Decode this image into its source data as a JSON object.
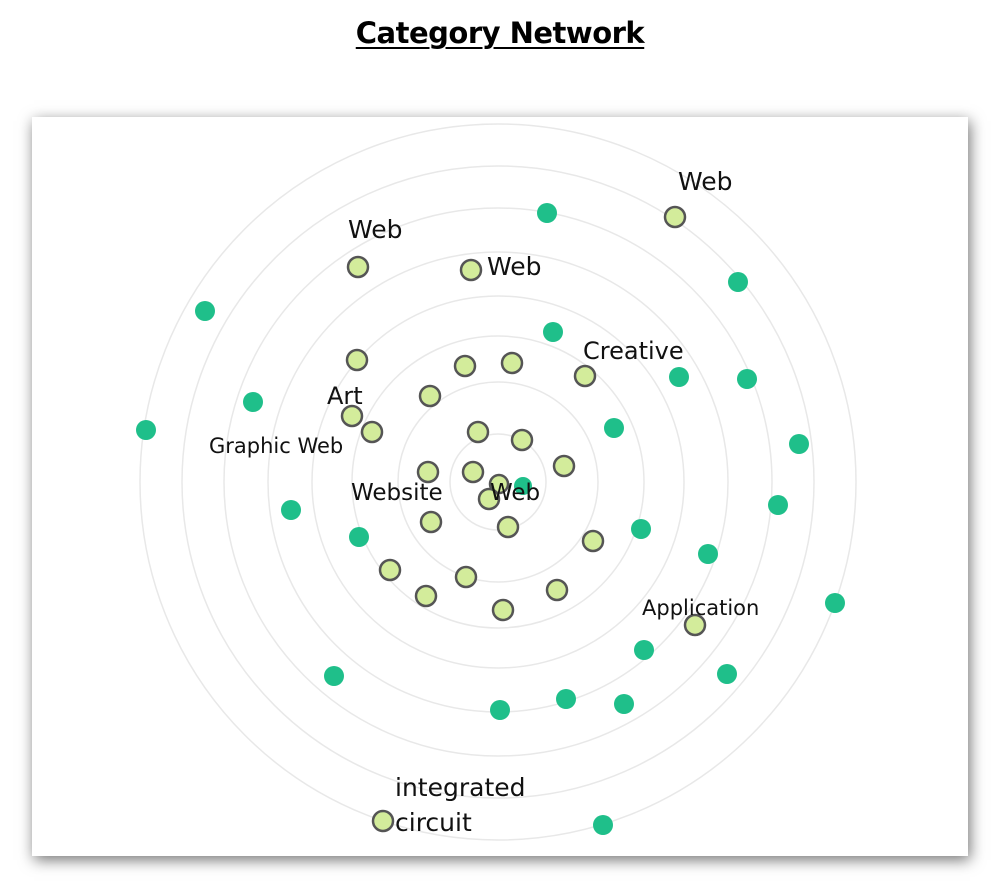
{
  "title": "Category Network",
  "colors": {
    "ring": "#e8e8e8",
    "category_node_fill": "#d3ec9b",
    "category_node_stroke": "#555555",
    "leaf_node_fill": "#1fbf8a",
    "label": "#111111"
  },
  "labels": {
    "web_top_right": "Web",
    "web_top_left": "Web",
    "web_top_center": "Web",
    "creative": "Creative",
    "art": "Art",
    "graphic_web": "Graphic Web",
    "website": "Website",
    "web_center": "Web",
    "application": "Application",
    "integrated_line1": "integrated",
    "integrated_line2": "circuit"
  }
}
